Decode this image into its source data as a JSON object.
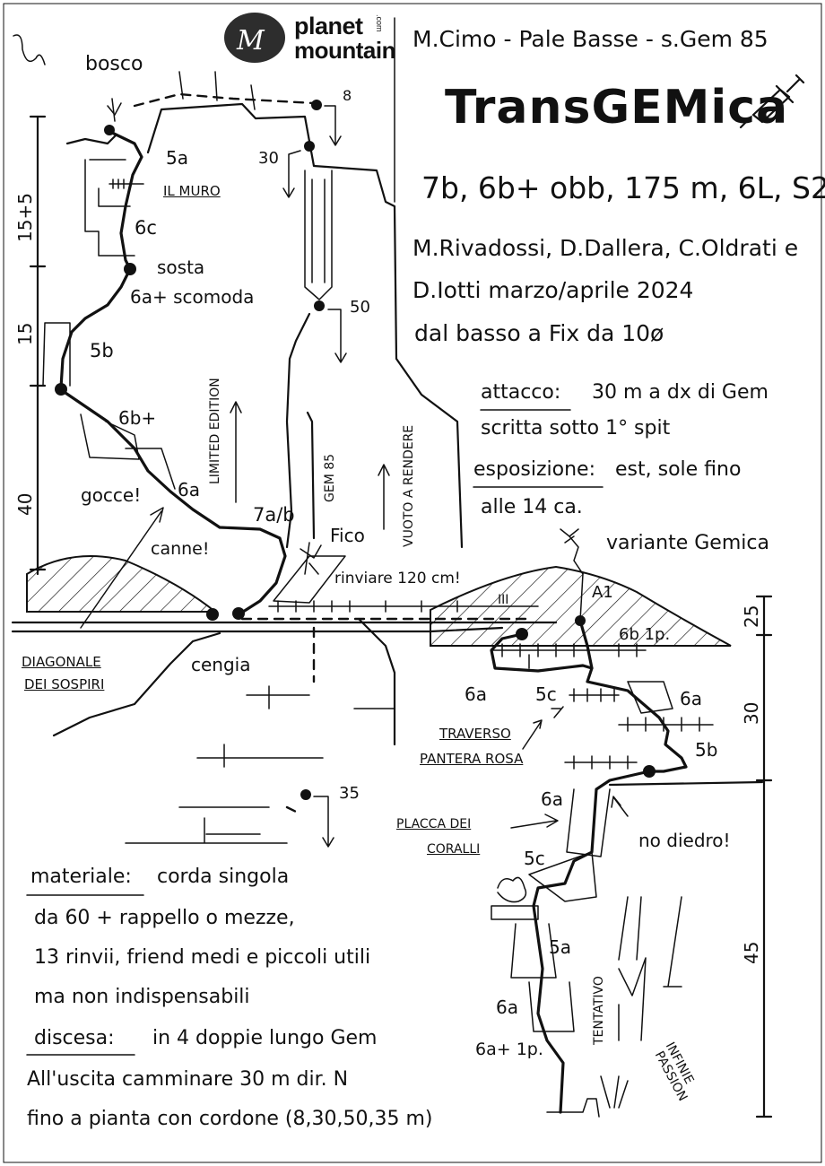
{
  "logo": {
    "line1": "planet",
    "line2": "mountain",
    "suffix": ".com"
  },
  "header": {
    "location": "M.Cimo - Pale Basse - s.Gem 85",
    "route_name": "TransGEMica",
    "grades": "7b, 6b+ obb, 175 m, 6L, S2",
    "authors_line1": "M.Rivadossi, D.Dallera, C.Oldrati e",
    "authors_line2": "D.Iotti marzo/aprile 2024",
    "style": "dal basso a Fix da 10ø"
  },
  "info": {
    "attacco_label": "attacco:",
    "attacco_text1": "30 m a dx di Gem",
    "attacco_text2": "scritta sotto 1° spit",
    "esposizione_label": "esposizione:",
    "esposizione_text1": "est, sole fino",
    "esposizione_text2": "alle 14 ca."
  },
  "footer": {
    "materiale_label": "materiale:",
    "materiale_lines": [
      "corda singola",
      "da 60 + rappello o mezze,",
      "13 rinvii, friend medi e piccoli utili",
      "ma non indispensabili"
    ],
    "discesa_label": "discesa:",
    "discesa_lines": [
      "in 4 doppie lungo Gem",
      "All'uscita camminare 30 m dir. N",
      "fino a pianta con cordone (8,30,50,35 m)"
    ]
  },
  "topo_labels": {
    "bosco": "bosco",
    "il_muro": "IL MURO",
    "sosta": "sosta",
    "scomoda": "6a+ scomoda",
    "limited_edition": "LIMITED EDITION",
    "gem85": "GEM 85",
    "vuoto": "VUOTO A RENDERE",
    "gocce": "gocce!",
    "canne": "canne!",
    "fico": "Fico",
    "rinviare": "rinviare 120 cm!",
    "variante": "variante Gemica",
    "diagonale1": "DIAGONALE",
    "diagonale2": "DEI SOSPIRI",
    "cengia": "cengia",
    "traverso1": "TRAVERSO",
    "traverso2": "PANTERA ROSA",
    "placca1": "PLACCA DEI",
    "placca2": "CORALLI",
    "no_diedro": "no diedro!",
    "tentativo": "TENTATIVO",
    "passion1": "PASSION",
    "passion2": "INFINIE",
    "a1": "A1",
    "iii": "III",
    "rap8": "8",
    "rap30": "30",
    "rap50": "50",
    "rap35": "35"
  },
  "grade_labels": {
    "g5a_top": "5a",
    "g6c": "6c",
    "g5b": "5b",
    "g6bp": "6b+",
    "g6a_left": "6a",
    "g7ab": "7a/b",
    "g6b1p": "6b 1p.",
    "g6a_tr": "6a",
    "g5c_tr": "5c",
    "g6a_r": "6a",
    "g5b_r": "5b",
    "g6a_pl": "6a",
    "g5c_pl": "5c",
    "g5a_low": "5a",
    "g6a_low": "6a",
    "g6a1p": "6a+ 1p."
  },
  "lengths": {
    "left_top": "15+5",
    "left_mid": "15",
    "left_low": "40",
    "right_25": "25",
    "right_30": "30",
    "right_45": "45"
  },
  "icons": [
    "scale-icon",
    "syringe-icon",
    "tree-icon",
    "bush-icon"
  ]
}
